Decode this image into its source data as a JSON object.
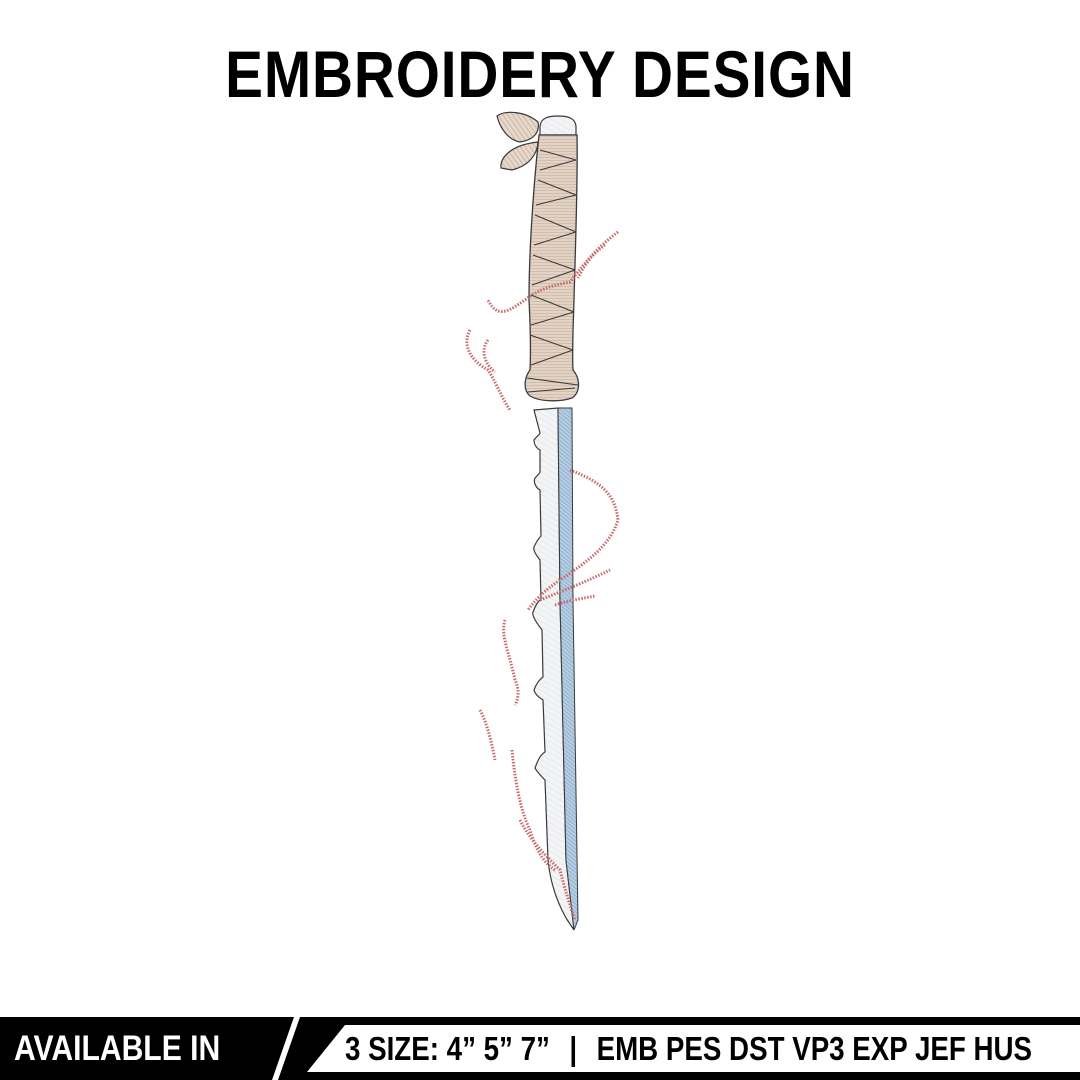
{
  "header": {
    "title": "EMBROIDERY DESIGN"
  },
  "artwork": {
    "subject": "katana sword with wrapped hilt and red flame swirls (embroidery stitch preview)",
    "colors": {
      "hilt_fill": "#e2d3c4",
      "hilt_outline": "#3a3a3a",
      "blade_white": "#f1f2f4",
      "blade_edge_blue": "#9fbcd6",
      "flame_red": "#c86a6a",
      "pommel_white": "#eef0f4"
    }
  },
  "banner": {
    "left_label": "AVAILABLE IN",
    "sizes_label": "3 SIZE: 4” 5” 7”",
    "separator": "|",
    "formats_label": "EMB PES DST VP3 EXP JEF HUS",
    "bg_color": "#000000",
    "text_dark": "#000000",
    "text_light": "#ffffff"
  }
}
